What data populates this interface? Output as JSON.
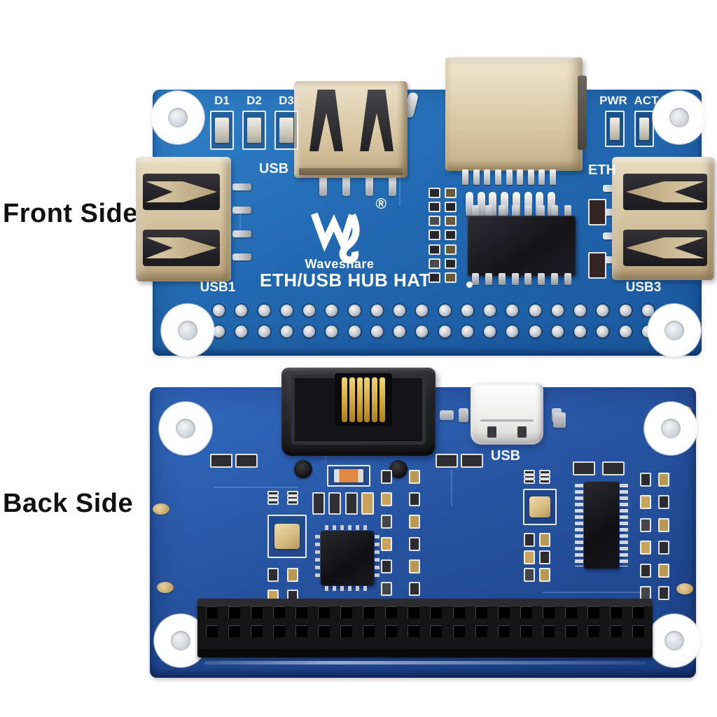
{
  "photo": {
    "front_label": "Front Side",
    "back_label": "Back Side"
  },
  "front_board": {
    "led_d1": "D1",
    "led_d2": "D2",
    "led_d3": "D3",
    "led_pwr": "PWR",
    "led_act": "ACT",
    "port_usb_top": "USB",
    "port_eth": "ETH",
    "port_usb1": "USB1",
    "port_usb3": "USB3",
    "brand_registered": "®",
    "brand_name": "Waveshare",
    "product_name": "ETH/USB HUB HAT"
  },
  "back_board": {
    "port_usb": "USB"
  },
  "icons": {
    "logo": "waveshare-logo"
  },
  "colors": {
    "front_pcb": "#2269b1",
    "back_pcb": "#26529f",
    "silkscreen": "#f2f6fa",
    "connector_beige": "#d8c5a2",
    "chip_black": "#131318",
    "gold_pin": "#c89a34",
    "solder_silver": "#c2c6cc",
    "cap_orange": "#e08a45",
    "micro_usb_white": "#ffffff",
    "header_black": "#151517",
    "label_text": "#111111"
  },
  "decor": {
    "gpio_cols": 20,
    "header_cols": 20,
    "eth_back_pins": 6,
    "soic_pins_per_side": 8,
    "rj45_front_pins": 9,
    "tall_pins": 8,
    "ladder_rows": 7,
    "usb_top_pins": 4,
    "usb_side_pins": 4,
    "mid_vertical_cells": 4,
    "left_pairs_below_crystal": 3,
    "right_pairs_below_crystal": 3,
    "right_double_col_rows": 7,
    "right_col_rows": 6
  }
}
